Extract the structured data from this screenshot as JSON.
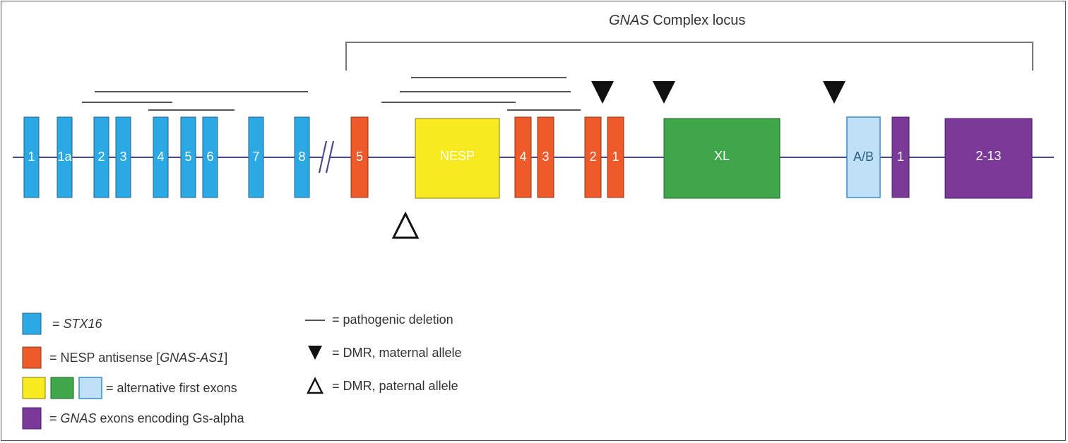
{
  "title": {
    "italic": "GNAS",
    "rest": " Complex locus"
  },
  "colors": {
    "stx16": "#2aa9e4",
    "nesp_antisense": "#ee5a2a",
    "nesp": "#f7ea1f",
    "xl": "#3fa64a",
    "ab": "#bfe0f6",
    "gnas": "#7b3a98",
    "line": "#4a4a8a",
    "deletion": "#555555"
  },
  "exons": {
    "stx16": [
      "1",
      "1a",
      "2",
      "3",
      "4",
      "5",
      "6",
      "7",
      "8"
    ],
    "nesp_antisense": [
      "5",
      "4",
      "3",
      "2",
      "1"
    ],
    "first_exons": [
      "NESP",
      "XL",
      "A/B"
    ],
    "gnas": [
      "1",
      "2-13"
    ]
  },
  "legend": {
    "stx16": {
      "prefix": "= ",
      "italic": "STX16",
      "suffix": ""
    },
    "nesp_antisense": {
      "prefix": "= NESP antisense [",
      "italic": "GNAS-AS1",
      "suffix": "]"
    },
    "alt_first": {
      "prefix": "= alternative first exons",
      "italic": "",
      "suffix": ""
    },
    "gnas": {
      "prefix": "= ",
      "italic": "GNAS",
      "suffix": " exons encoding Gs-alpha"
    },
    "deletion": "= pathogenic deletion",
    "maternal": "= DMR, maternal allele",
    "paternal": "= DMR, paternal allele"
  }
}
